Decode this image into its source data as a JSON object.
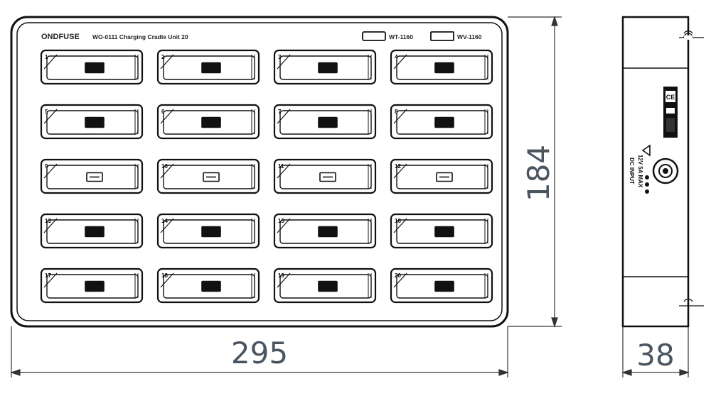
{
  "front_view": {
    "brand": "ONDFUSE",
    "model_text": "WO-0111 Charging Cradle Unit 20",
    "legend": [
      {
        "icon": "small-slot-icon",
        "label": "WT-1160"
      },
      {
        "icon": "wide-slot-icon",
        "label": "WV-1160"
      }
    ],
    "slots": [
      {
        "number": "1",
        "variant": "small"
      },
      {
        "number": "2",
        "variant": "small"
      },
      {
        "number": "3",
        "variant": "small"
      },
      {
        "number": "4",
        "variant": "small"
      },
      {
        "number": "5",
        "variant": "small"
      },
      {
        "number": "6",
        "variant": "small"
      },
      {
        "number": "7",
        "variant": "small"
      },
      {
        "number": "8",
        "variant": "small"
      },
      {
        "number": "9",
        "variant": "wide"
      },
      {
        "number": "10",
        "variant": "wide"
      },
      {
        "number": "11",
        "variant": "wide"
      },
      {
        "number": "12",
        "variant": "wide"
      },
      {
        "number": "13",
        "variant": "small"
      },
      {
        "number": "14",
        "variant": "small"
      },
      {
        "number": "15",
        "variant": "small"
      },
      {
        "number": "16",
        "variant": "small"
      },
      {
        "number": "17",
        "variant": "small"
      },
      {
        "number": "18",
        "variant": "small"
      },
      {
        "number": "19",
        "variant": "small"
      },
      {
        "number": "20",
        "variant": "small"
      }
    ],
    "width_dim": "295",
    "height_dim": "184"
  },
  "side_view": {
    "depth_dim": "38",
    "power_label": "DC INPUT",
    "power_rating": "12V 5A MAX",
    "icons": [
      "dc-jack-icon",
      "warning-triangle-icon",
      "ce-mark-icon",
      "polarity-icon"
    ]
  },
  "colors": {
    "line": "#111111",
    "dim_line": "#333333",
    "dim_text": "#4a5560"
  }
}
